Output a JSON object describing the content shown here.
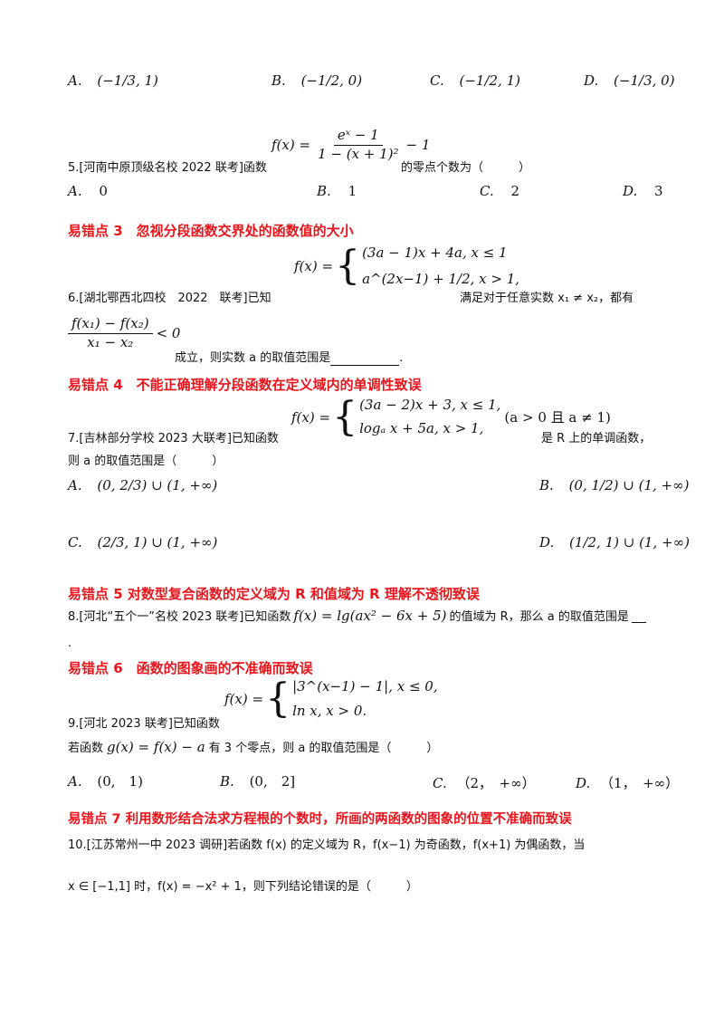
{
  "row1": {
    "options": [
      {
        "letter": "A.",
        "expr": "(−1/3, 1)"
      },
      {
        "letter": "B.",
        "expr": "(−1/2, 0)"
      },
      {
        "letter": "C.",
        "expr": "(−1/2, 1)"
      },
      {
        "letter": "D.",
        "expr": "(−1/3, 0)"
      }
    ]
  },
  "q5": {
    "text_pre": "5.[河南中原顶级名校 2022 联考]函数",
    "func_lhs": "f(x) =",
    "func_num": "eˣ − 1",
    "func_den": "1 − (x + 1)²",
    "func_tail": "− 1",
    "text_post": "的零点个数为（　　　）",
    "options": [
      {
        "letter": "A.",
        "value": "0"
      },
      {
        "letter": "B.",
        "value": "1"
      },
      {
        "letter": "C.",
        "value": "2"
      },
      {
        "letter": "D.",
        "value": "3"
      }
    ]
  },
  "h3": "易错点 3　忽视分段函数交界处的函数值的大小",
  "q6": {
    "text_pre": "6.[湖北鄂西北四校　2022　联考]已知",
    "func_lhs": "f(x) =",
    "case1": "(3a − 1)x + 4a, x ≤ 1",
    "case2": "a^(2x−1) + 1/2, x > 1,",
    "text_mid": "满足对于任意实数 x₁ ≠ x₂，都有",
    "ineq_num": "f(x₁) − f(x₂)",
    "ineq_den": "x₁ − x₂",
    "ineq_tail": "< 0",
    "text_post": "成立，则实数 a 的取值范围是",
    "text_end": "."
  },
  "h4": "易错点 4　不能正确理解分段函数在定义域内的单调性致误",
  "q7": {
    "text_pre": "7.[吉林部分学校 2023 大联考]已知函数",
    "func_lhs": "f(x) =",
    "case1": "(3a − 2)x + 3, x ≤ 1,",
    "case2": "logₐ x + 5a, x > 1,",
    "cond": "(a > 0 且 a ≠ 1)",
    "text_mid": "是 R 上的单调函数，",
    "text_line2": "则 a 的取值范围是（　　　）",
    "options": [
      {
        "letter": "A.",
        "expr": "(0, 2/3) ∪ (1, +∞)"
      },
      {
        "letter": "B.",
        "expr": "(0, 1/2) ∪ (1, +∞)"
      },
      {
        "letter": "C.",
        "expr": "(2/3, 1) ∪ (1, +∞)"
      },
      {
        "letter": "D.",
        "expr": "(1/2, 1) ∪ (1, +∞)"
      }
    ]
  },
  "h5": "易错点 5 对数型复合函数的定义域为 R 和值域为 R 理解不透彻致误",
  "q8": {
    "text_pre": "8.[河北“五个一”名校 2023 联考]已知函数",
    "func": "f(x) = lg(ax² − 6x + 5)",
    "text_post": "的值域为 R，那么 a 的取值范围是",
    "text_end": "."
  },
  "h6": "易错点 6　函数的图象画的不准确而致误",
  "q9": {
    "func_lhs": "f(x) =",
    "case1": "|3^(x−1) − 1|, x ≤ 0,",
    "case2": "ln x, x > 0.",
    "text_pre": "9.[河北 2023 联考]已知函数",
    "text_line2_pre": "若函数",
    "g_func": "g(x) = f(x) − a",
    "text_line2_post": "有 3 个零点，则 a 的取值范围是（　　　）",
    "options": [
      {
        "letter": "A.",
        "expr": "(0,　1)"
      },
      {
        "letter": "B.",
        "expr": "(0,　2]"
      },
      {
        "letter": "C.",
        "expr": "（2，　+∞）"
      },
      {
        "letter": "D.",
        "expr": "（1，　+∞）"
      }
    ]
  },
  "h7": "易错点 7 利用数形结合法求方程根的个数时，所画的两函数的图象的位置不准确而致误",
  "q10": {
    "line1": "10.[江苏常州一中 2023 调研]若函数 f(x) 的定义域为 R，f(x−1) 为奇函数，f(x+1) 为偶函数，当",
    "line2": "x ∈ [−1,1] 时，f(x) = −x² + 1，则下列结论错误的是（　　　）"
  }
}
